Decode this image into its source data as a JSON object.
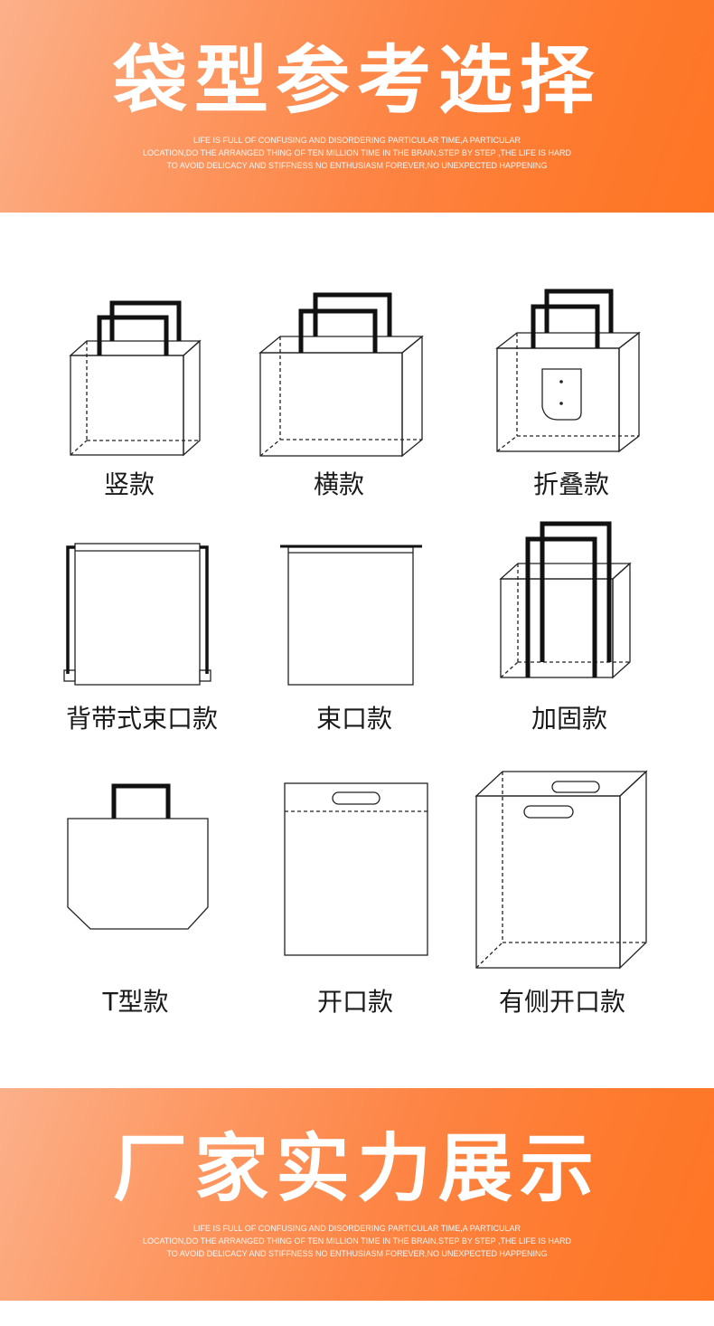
{
  "top_banner": {
    "title": "袋型参考选择",
    "subtitle_lines": [
      "LIFE IS FULL OF CONFUSING AND DISORDERING PARTICULAR TIME,A PARTICULAR",
      "LOCATION,DO THE ARRANGED THING OF TEN MILLION TIME IN THE BRAIN,STEP BY STEP ,THE LIFE IS HARD",
      "TO AVOID DELICACY AND STIFFNESS NO ENTHUSIASM FOREVER,NO UNEXPECTED HAPPENING"
    ]
  },
  "bag_types": [
    {
      "label": "竖款",
      "icon": "vertical-tote-bag-icon"
    },
    {
      "label": "横款",
      "icon": "horizontal-tote-bag-icon"
    },
    {
      "label": "折叠款",
      "icon": "folding-bag-icon"
    },
    {
      "label": "背带式束口款",
      "icon": "drawstring-backpack-icon"
    },
    {
      "label": "束口款",
      "icon": "drawstring-bag-icon"
    },
    {
      "label": "加固款",
      "icon": "reinforced-bag-icon"
    },
    {
      "label": "T型款",
      "icon": "t-shape-bag-icon"
    },
    {
      "label": "开口款",
      "icon": "die-cut-bag-icon"
    },
    {
      "label": "有侧开口款",
      "icon": "gusset-die-cut-bag-icon"
    }
  ],
  "bottom_banner": {
    "title": "厂家实力展示",
    "subtitle_lines": [
      "LIFE IS FULL OF CONFUSING AND DISORDERING PARTICULAR TIME,A PARTICULAR",
      "LOCATION,DO THE ARRANGED THING OF TEN MILLION TIME IN THE BRAIN,STEP BY STEP ,THE LIFE IS HARD",
      "TO AVOID DELICACY AND STIFFNESS NO ENTHUSIASM FOREVER,NO UNEXPECTED HAPPENING"
    ]
  },
  "colors": {
    "banner_accent": "#fe7a2e",
    "line": "#222222"
  }
}
